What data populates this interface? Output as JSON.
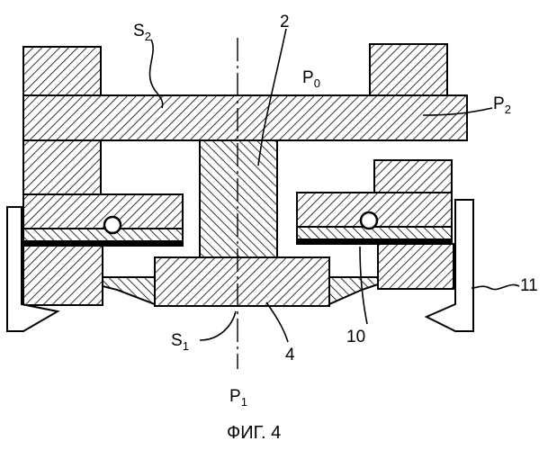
{
  "figure": {
    "caption": "ФИГ. 4",
    "labels": {
      "s2": {
        "main": "S",
        "sub": "2"
      },
      "two": "2",
      "p0": {
        "main": "P",
        "sub": "0"
      },
      "p2": {
        "main": "P",
        "sub": "2"
      },
      "eleven": "11",
      "s1": {
        "main": "S",
        "sub": "1"
      },
      "four": "4",
      "ten": "10",
      "p1": {
        "main": "P",
        "sub": "1"
      }
    }
  },
  "colors": {
    "ink": "#000000",
    "paper": "#ffffff"
  }
}
